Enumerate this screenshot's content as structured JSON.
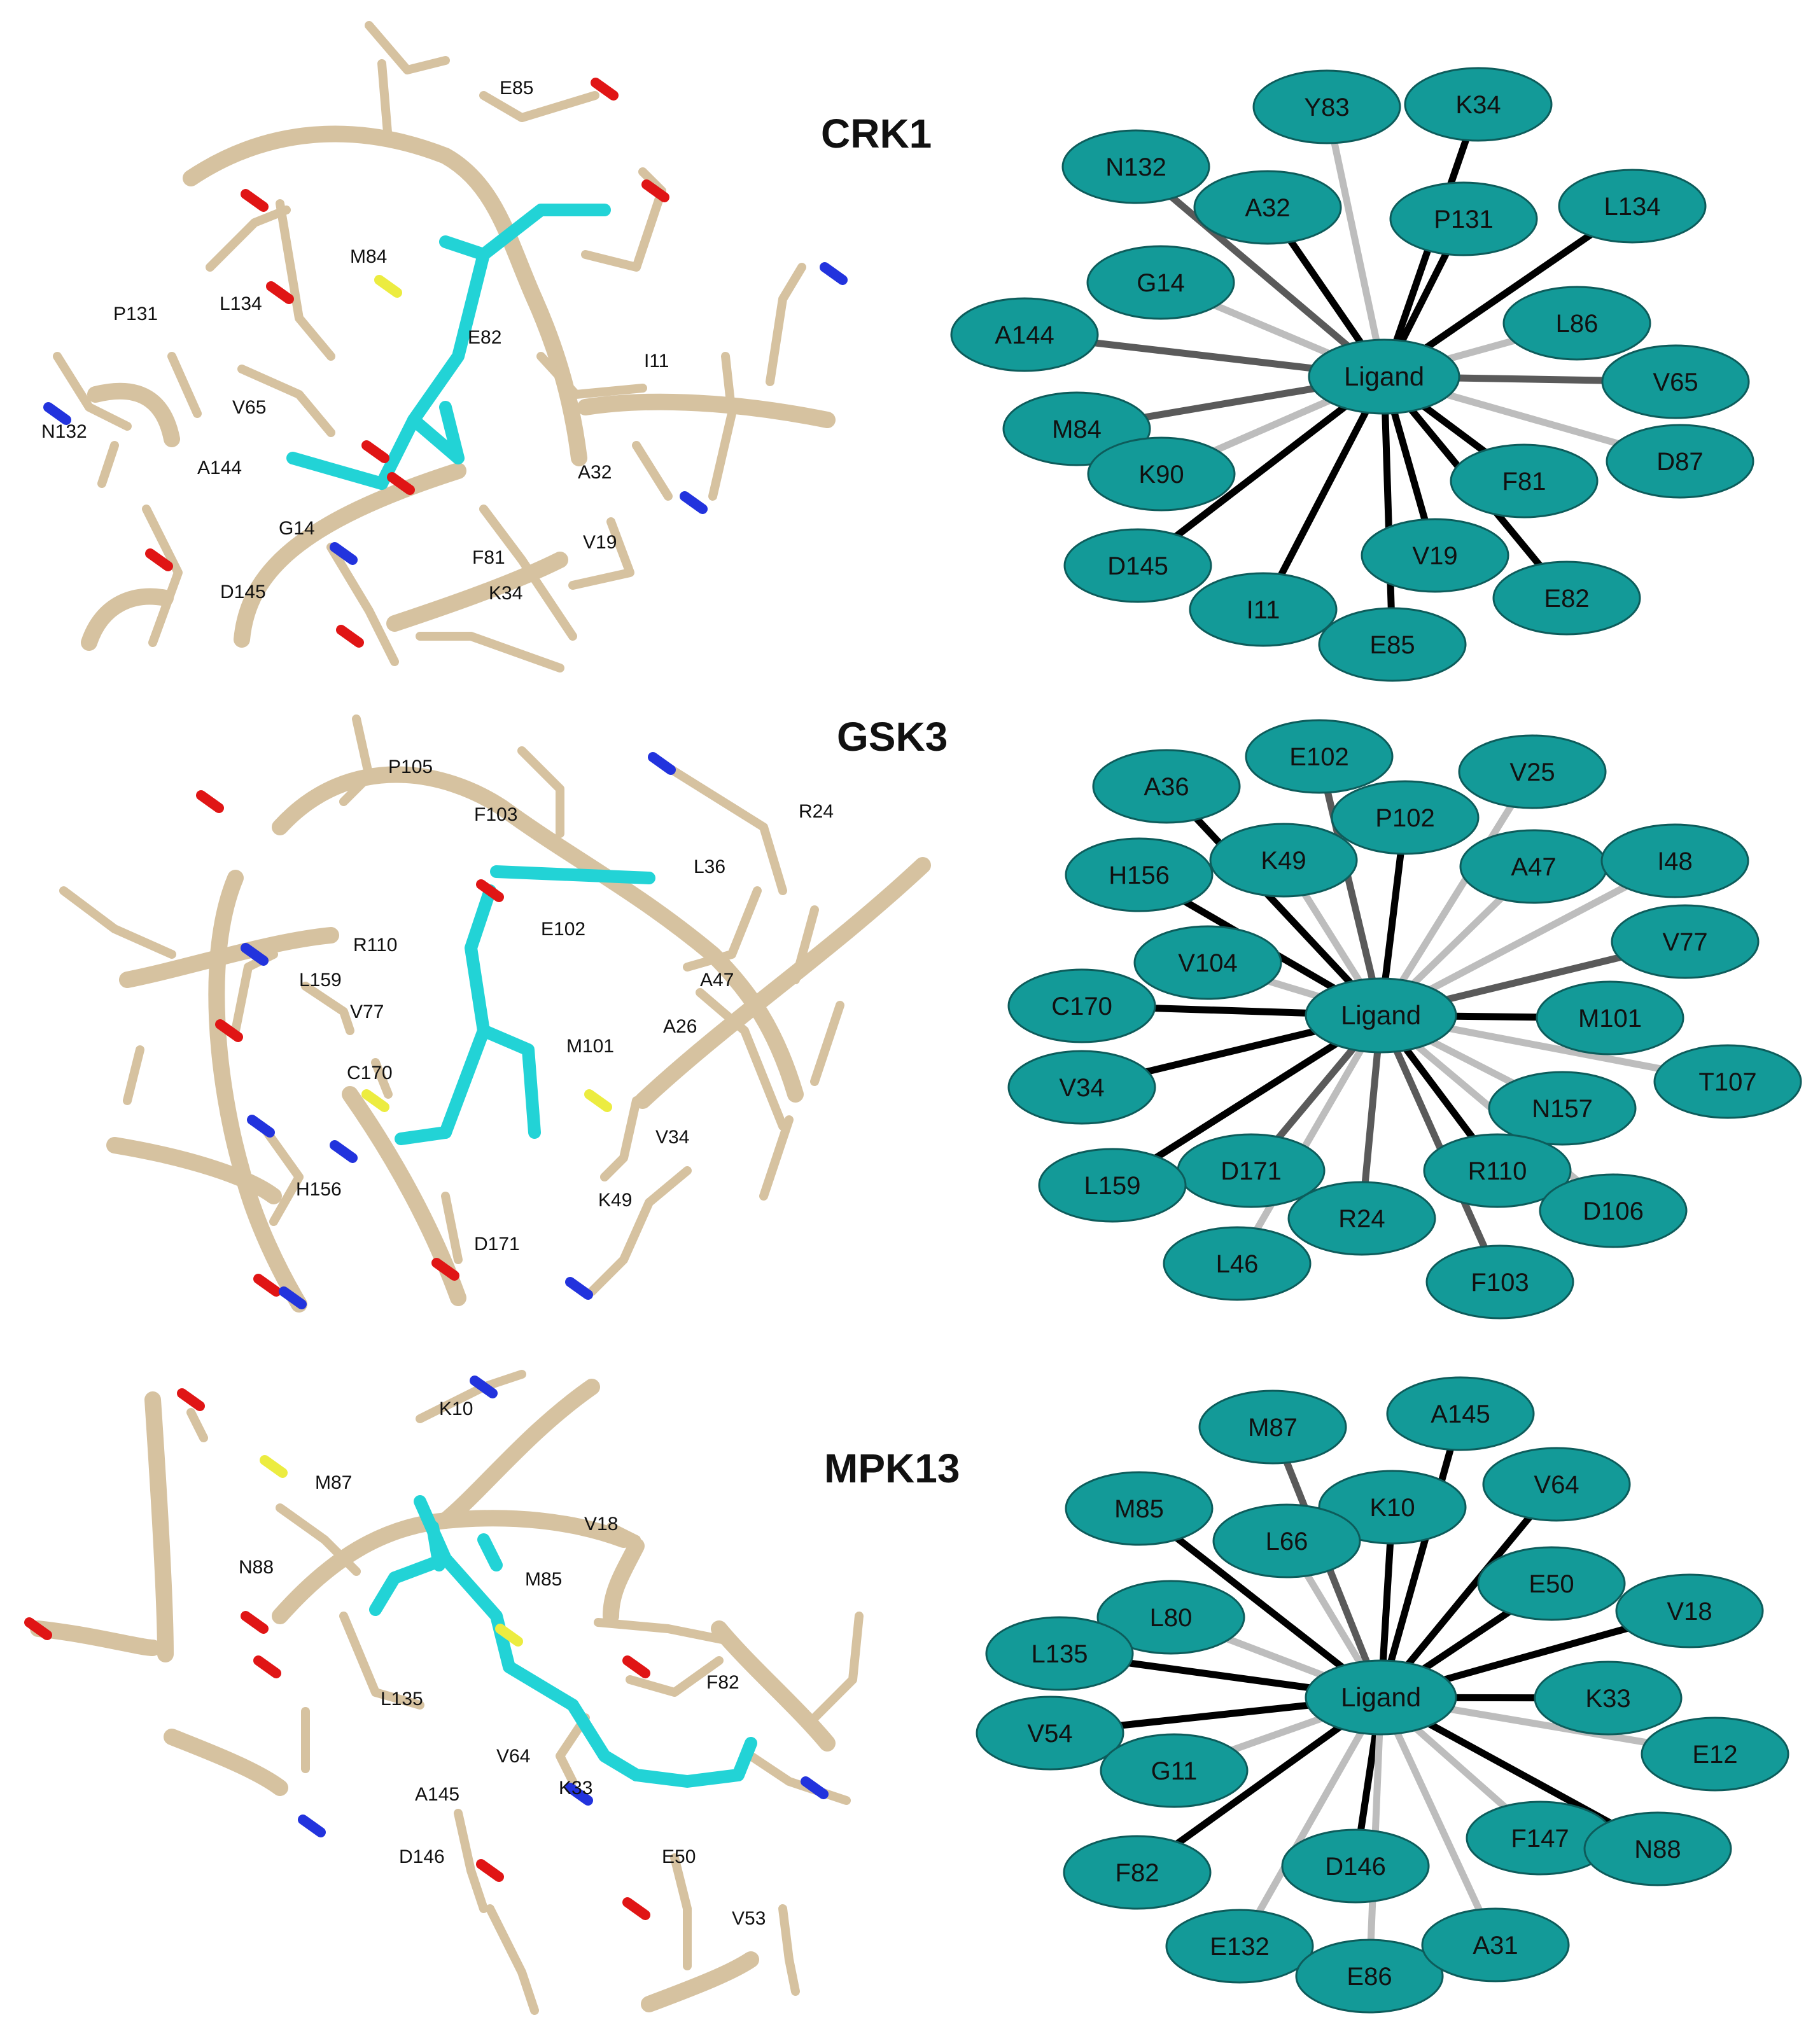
{
  "colors": {
    "backbone": "#d6c2a0",
    "backbone_dark": "#b89e78",
    "ligand_carbon": "#22d3d6",
    "oxygen": "#e01515",
    "nitrogen": "#2233dd",
    "sulfur": "#ecec40",
    "node_fill": "#139a98",
    "node_stroke": "#0d5c5b",
    "edge_strong": "#000000",
    "edge_medium": "#5a5a5a",
    "edge_weak": "#bdbdbd"
  },
  "panels": [
    {
      "title": "CRK1",
      "residue_labels": [
        "E85",
        "M84",
        "L134",
        "P131",
        "N132",
        "V65",
        "A144",
        "G14",
        "D145",
        "E82",
        "I11",
        "A32",
        "F81",
        "V19",
        "K34"
      ],
      "network": {
        "center": "Ligand",
        "nodes": [
          {
            "label": "Y83",
            "strength": "weak"
          },
          {
            "label": "K34",
            "strength": "strong"
          },
          {
            "label": "N132",
            "strength": "medium"
          },
          {
            "label": "A32",
            "strength": "strong"
          },
          {
            "label": "P131",
            "strength": "strong"
          },
          {
            "label": "L134",
            "strength": "strong"
          },
          {
            "label": "G14",
            "strength": "weak"
          },
          {
            "label": "L86",
            "strength": "weak"
          },
          {
            "label": "A144",
            "strength": "medium"
          },
          {
            "label": "V65",
            "strength": "medium"
          },
          {
            "label": "M84",
            "strength": "medium"
          },
          {
            "label": "K90",
            "strength": "weak"
          },
          {
            "label": "D87",
            "strength": "weak"
          },
          {
            "label": "F81",
            "strength": "strong"
          },
          {
            "label": "D145",
            "strength": "strong"
          },
          {
            "label": "V19",
            "strength": "strong"
          },
          {
            "label": "E82",
            "strength": "strong"
          },
          {
            "label": "I11",
            "strength": "strong"
          },
          {
            "label": "E85",
            "strength": "strong"
          }
        ]
      }
    },
    {
      "title": "GSK3",
      "residue_labels": [
        "P105",
        "F103",
        "R24",
        "L36",
        "E102",
        "R110",
        "L159",
        "A47",
        "V77",
        "A26",
        "M101",
        "C170",
        "V34",
        "H156",
        "K49",
        "D171"
      ],
      "network": {
        "center": "Ligand",
        "nodes": [
          {
            "label": "E102",
            "strength": "medium"
          },
          {
            "label": "V25",
            "strength": "weak"
          },
          {
            "label": "A36",
            "strength": "strong"
          },
          {
            "label": "P102",
            "strength": "strong"
          },
          {
            "label": "K49",
            "strength": "weak"
          },
          {
            "label": "A47",
            "strength": "weak"
          },
          {
            "label": "I48",
            "strength": "weak"
          },
          {
            "label": "H156",
            "strength": "strong"
          },
          {
            "label": "V77",
            "strength": "medium"
          },
          {
            "label": "V104",
            "strength": "weak"
          },
          {
            "label": "C170",
            "strength": "strong"
          },
          {
            "label": "M101",
            "strength": "strong"
          },
          {
            "label": "T107",
            "strength": "weak"
          },
          {
            "label": "V34",
            "strength": "strong"
          },
          {
            "label": "N157",
            "strength": "weak"
          },
          {
            "label": "D171",
            "strength": "medium"
          },
          {
            "label": "R110",
            "strength": "strong"
          },
          {
            "label": "L159",
            "strength": "strong"
          },
          {
            "label": "D106",
            "strength": "weak"
          },
          {
            "label": "R24",
            "strength": "medium"
          },
          {
            "label": "L46",
            "strength": "weak"
          },
          {
            "label": "F103",
            "strength": "medium"
          }
        ]
      }
    },
    {
      "title": "MPK13",
      "residue_labels": [
        "K10",
        "M87",
        "V18",
        "N88",
        "M85",
        "F82",
        "L135",
        "V64",
        "K33",
        "A145",
        "D146",
        "E50",
        "V53"
      ],
      "network": {
        "center": "Ligand",
        "nodes": [
          {
            "label": "M87",
            "strength": "medium"
          },
          {
            "label": "A145",
            "strength": "strong"
          },
          {
            "label": "K10",
            "strength": "strong"
          },
          {
            "label": "V64",
            "strength": "strong"
          },
          {
            "label": "M85",
            "strength": "strong"
          },
          {
            "label": "L66",
            "strength": "weak"
          },
          {
            "label": "E50",
            "strength": "strong"
          },
          {
            "label": "V18",
            "strength": "strong"
          },
          {
            "label": "L80",
            "strength": "weak"
          },
          {
            "label": "L135",
            "strength": "strong"
          },
          {
            "label": "K33",
            "strength": "strong"
          },
          {
            "label": "E12",
            "strength": "weak"
          },
          {
            "label": "V54",
            "strength": "strong"
          },
          {
            "label": "G11",
            "strength": "weak"
          },
          {
            "label": "F147",
            "strength": "weak"
          },
          {
            "label": "N88",
            "strength": "strong"
          },
          {
            "label": "F82",
            "strength": "strong"
          },
          {
            "label": "D146",
            "strength": "strong"
          },
          {
            "label": "E132",
            "strength": "weak"
          },
          {
            "label": "E86",
            "strength": "weak"
          },
          {
            "label": "A31",
            "strength": "weak"
          }
        ]
      }
    }
  ]
}
